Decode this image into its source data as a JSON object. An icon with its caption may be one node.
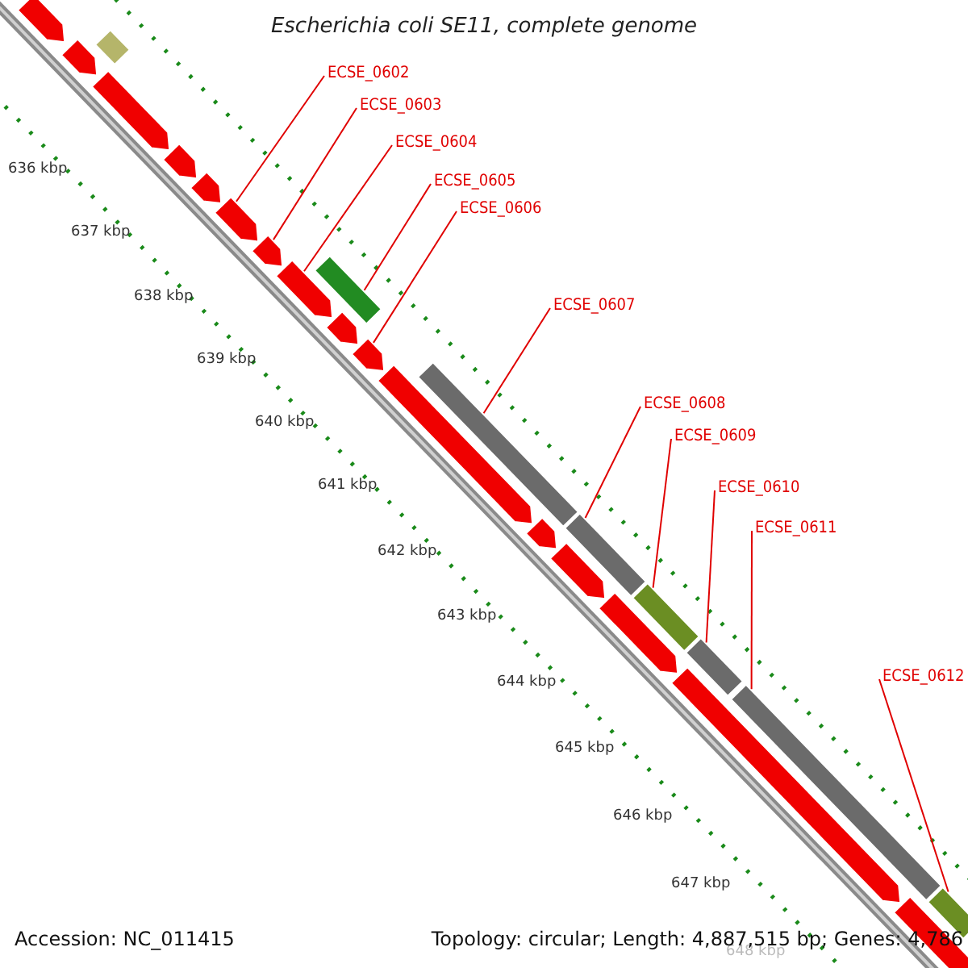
{
  "diagram": {
    "title": "Escherichia coli SE11, complete genome",
    "nodes": [
      {
        "text": [
          "ECSE_0602"
        ]
      },
      {
        "text": [
          "ECSE_0603"
        ]
      },
      {
        "text": [
          "ECSE_0604"
        ]
      },
      {
        "text": [
          "ECSE_0605"
        ]
      },
      {
        "text": [
          "ECSE_0606"
        ]
      },
      {
        "text": [
          "ECSE_0607"
        ]
      },
      {
        "text": [
          "ECSE_0608"
        ]
      },
      {
        "text": [
          "ECSE_0609"
        ]
      },
      {
        "text": [
          "ECSE_0610"
        ]
      },
      {
        "text": [
          "ECSE_0611"
        ]
      },
      {
        "text": [
          "ECSE_0612"
        ]
      },
      {
        "text": [],
        "shape": "arrow"
      },
      {
        "text": [],
        "shape": "arrow"
      },
      {
        "text": [],
        "shape": "bar"
      },
      {
        "text": [],
        "shape": "arrow"
      },
      {
        "text": [],
        "shape": "arrow"
      },
      {
        "text": [],
        "shape": "arrow"
      },
      {
        "text": [],
        "shape": "arrow"
      },
      {
        "text": [],
        "shape": "arrow"
      },
      {
        "text": [],
        "shape": "arrow"
      },
      {
        "text": [],
        "shape": "bar"
      },
      {
        "text": [],
        "shape": "arrow"
      },
      {
        "text": [],
        "shape": "arrow"
      },
      {
        "text": [],
        "shape": "arrow"
      },
      {
        "text": [],
        "shape": "bar"
      },
      {
        "text": [],
        "shape": "arrow"
      },
      {
        "text": [],
        "shape": "bar"
      },
      {
        "text": [],
        "shape": "arrow"
      },
      {
        "text": [],
        "shape": "arrow"
      },
      {
        "text": [],
        "shape": "bar"
      },
      {
        "text": [],
        "shape": "bar"
      },
      {
        "text": [],
        "shape": "arrow"
      },
      {
        "text": [],
        "shape": "bar"
      },
      {
        "text": [],
        "shape": "arrow"
      },
      {
        "text": [],
        "shape": "bar"
      }
    ],
    "edges": [
      {
        "from": 0,
        "to": 17,
        "arrow": "none"
      },
      {
        "from": 1,
        "to": 18,
        "arrow": "none"
      },
      {
        "from": 2,
        "to": 19,
        "arrow": "none"
      },
      {
        "from": 3,
        "to": 20,
        "arrow": "none"
      },
      {
        "from": 4,
        "to": 22,
        "arrow": "none"
      },
      {
        "from": 5,
        "to": 24,
        "arrow": "none"
      },
      {
        "from": 6,
        "to": 26,
        "arrow": "none"
      },
      {
        "from": 7,
        "to": 29,
        "arrow": "none"
      },
      {
        "from": 8,
        "to": 30,
        "arrow": "none"
      },
      {
        "from": 9,
        "to": 32,
        "arrow": "none"
      },
      {
        "from": 10,
        "to": 34,
        "arrow": "none"
      }
    ],
    "labels": [
      "636 kbp",
      "637 kbp",
      "638 kbp",
      "639 kbp",
      "640 kbp",
      "641 kbp",
      "642 kbp",
      "643 kbp",
      "644 kbp",
      "645 kbp",
      "646 kbp",
      "647 kbp",
      "648 kbp",
      "Accession: NC_011415",
      "Topology: circular; Length: 4,887,515 bp; Genes: 4,786"
    ]
  }
}
